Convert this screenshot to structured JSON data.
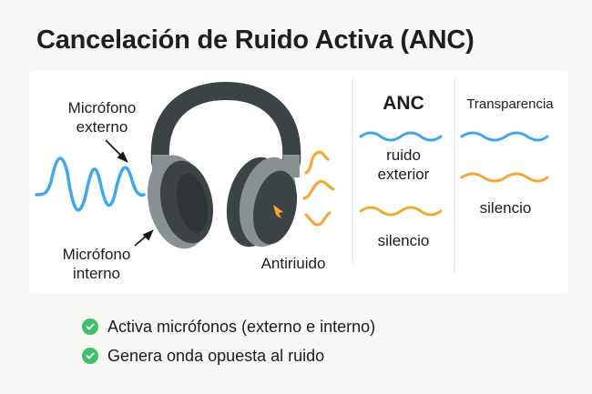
{
  "title": "Cancelación de Ruido Activa (ANC)",
  "diagram": {
    "labels": {
      "mic_external_line1": "Micrófono",
      "mic_external_line2": "externo",
      "mic_internal_line1": "Micrófono",
      "mic_internal_line2": "interno",
      "antinoise": "Antiriuido"
    },
    "icons": {
      "headphones": "headphones-icon",
      "noise_wave": "blue-sound-wave",
      "antinoise_wave": "orange-sound-wave",
      "arrow": "arrow-icon"
    }
  },
  "modes": [
    {
      "title": "ANC",
      "waves": [
        {
          "color": "#3ea8ec",
          "label": "ruido exterior"
        },
        {
          "color": "#f4a733",
          "label": "silencio"
        }
      ],
      "label_line1": "ruido",
      "label_line2": "exterior",
      "result": "silencio"
    },
    {
      "title": "Transparencia",
      "waves": [
        {
          "color": "#3ea8ec"
        },
        {
          "color": "#f4a733"
        }
      ],
      "result": "silencio"
    }
  ],
  "colors": {
    "noise_blue": "#3ea8ec",
    "antinoise_orange": "#f4a733",
    "check_green": "#3fc06a",
    "headphone_dark": "#3c4345",
    "headphone_gray": "#8a9194"
  },
  "bullets": [
    {
      "icon": "check-circle-icon",
      "text": "Activa micrófonos (externo e interno)"
    },
    {
      "icon": "check-circle-icon",
      "text": "Genera onda opuesta al ruido"
    }
  ]
}
